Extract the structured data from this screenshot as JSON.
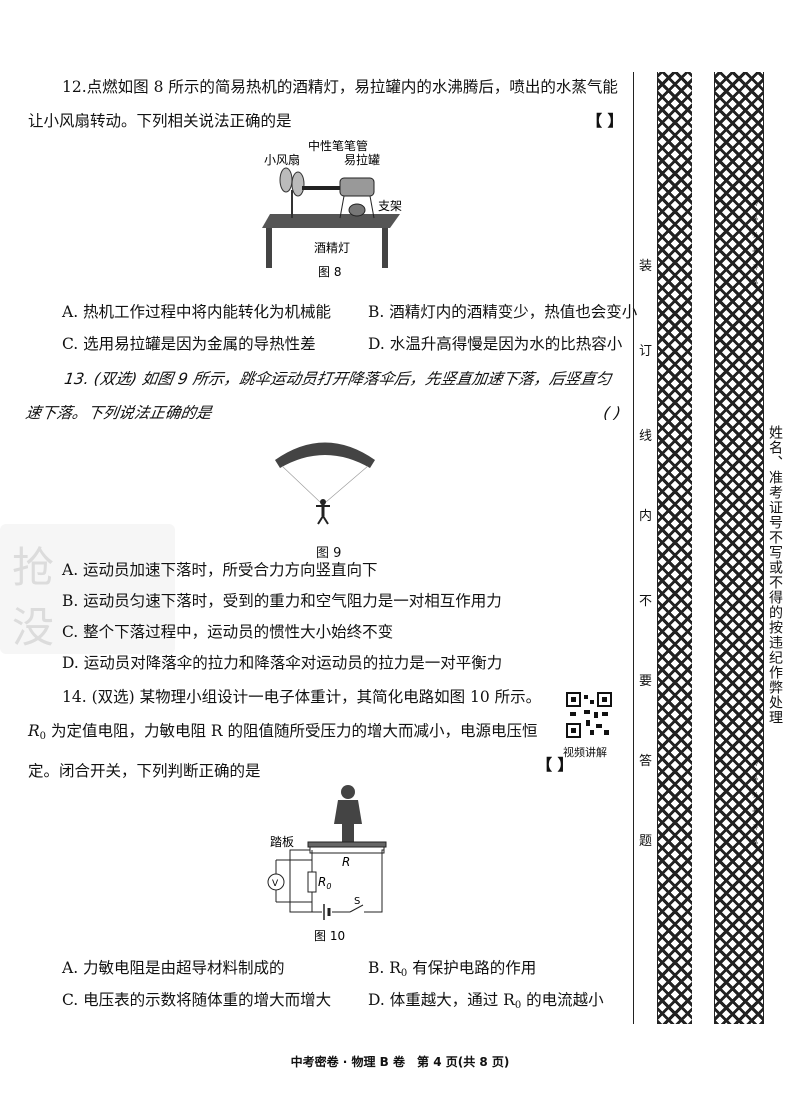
{
  "q12": {
    "stem": "12.点燃如图 8 所示的简易热机的酒精灯，易拉罐内的水沸腾后，喷出的水蒸气能让小风扇转动。下列相关说法正确的是",
    "bracket": "【    】",
    "figure": {
      "fan": "小风扇",
      "pen_tube": "中性笔笔管",
      "can": "易拉罐",
      "stand": "支架",
      "lamp": "酒精灯",
      "caption": "图 8"
    },
    "options": {
      "A": "A. 热机工作过程中将内能转化为机械能",
      "B": "B. 酒精灯内的酒精变少，热值也会变小",
      "C": "C. 选用易拉罐是因为金属的导热性差",
      "D": "D. 水温升高得慢是因为水的比热容小"
    }
  },
  "q13": {
    "stem": "13. (双选) 如图 9 所示，跳伞运动员打开降落伞后，先竖直加速下落，后竖直匀速下落。下列说法正确的是",
    "bracket": "(    )",
    "caption": "图 9",
    "options": {
      "A": "A. 运动员加速下落时，所受合力方向竖直向下",
      "B": "B. 运动员匀速下落时，受到的重力和空气阻力是一对相互作用力",
      "C": "C. 整个下落过程中，运动员的惯性大小始终不变",
      "D": "D. 运动员对降落伞的拉力和降落伞对运动员的拉力是一对平衡力"
    }
  },
  "q14": {
    "stem_1": "14. (双选) 某物理小组设计一电子体重计，其简化电路如图 10 所示。",
    "stem_r0": "R",
    "stem_r0_sub": "0",
    "stem_2": " 为定值电阻，力敏电阻 R 的阻值随所受压力的增大而减小，电源电压恒定。闭合开关，下列判断正确的是",
    "bracket": "【    】",
    "qr_caption": "视频讲解",
    "figure": {
      "pedal": "踏板",
      "R": "R",
      "R0": "R",
      "R0_sub": "0",
      "V": "V",
      "S": "S",
      "caption": "图 10"
    },
    "options": {
      "A": "A. 力敏电阻是由超导材料制成的",
      "B_1": "B. R",
      "B_sub": "0",
      "B_2": " 有保护电路的作用",
      "C": "C. 电压表的示数将随体重的增大而增大",
      "D_1": "D. 体重越大，通过 R",
      "D_sub": "0",
      "D_2": " 的电流越小"
    }
  },
  "side": {
    "binding_chars": [
      "装",
      "订",
      "线",
      "内",
      "不",
      "要",
      "答",
      "题"
    ],
    "stars": "******",
    "notice": "姓名、准考证号不写或不得的按违纪作弊处理"
  },
  "watermark": [
    "抢",
    "没"
  ],
  "footer": "中考密卷 · 物理 B 卷　第 4 页(共 8 页)"
}
